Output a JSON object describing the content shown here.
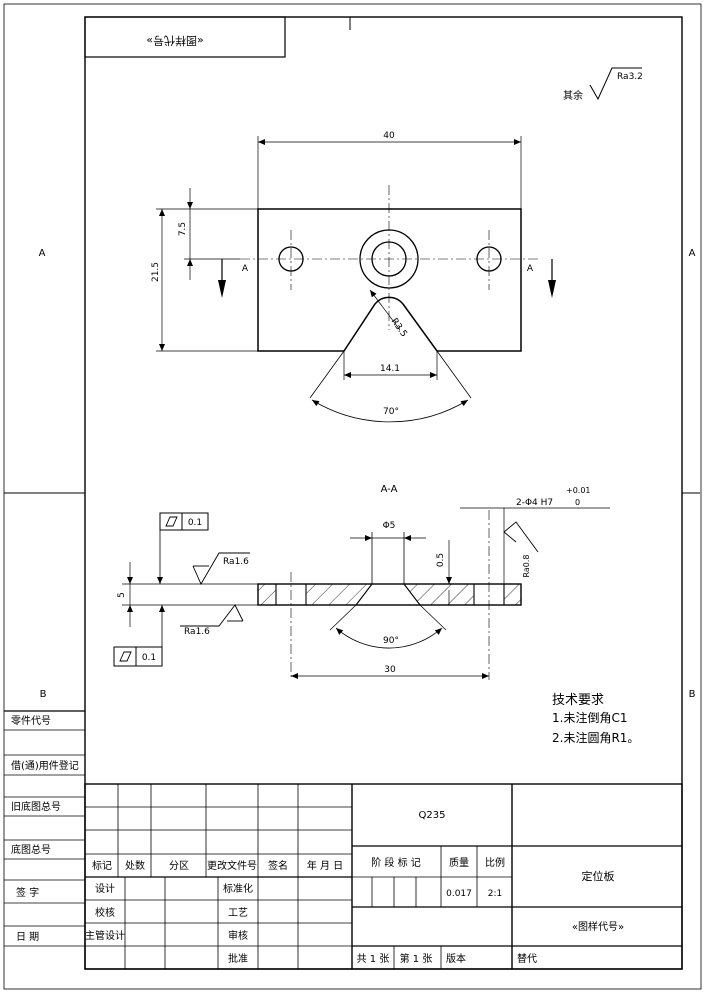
{
  "header": {
    "drawing_no_box": "«图样代号»"
  },
  "roughness": {
    "other_label": "其余",
    "other_value": "Ra3.2",
    "top_value": "Ra1.6",
    "bottom_value": "Ra1.6",
    "hole_value": "Ra0.8"
  },
  "zone_letters": {
    "left_top": "A",
    "right_top": "A",
    "left_mid": "B",
    "right_mid": "B"
  },
  "plan_view": {
    "dim_width": "40",
    "dim_height": "21.5",
    "dim_offset": "7.5",
    "dim_radius": "R3.5",
    "dim_slot": "14.1",
    "dim_angle": "70°",
    "section_mark_left": "A",
    "section_mark_right": "A"
  },
  "section_view": {
    "title": "A-A",
    "tol_upper": "+0.01",
    "tol_lower": "0",
    "hole_callout": "2-Φ4 H7",
    "dim_dia": "Φ5",
    "dim_depth": "0.5",
    "dim_thick": "5",
    "dim_angle": "90°",
    "dim_span": "30",
    "flatness_top": "0.1",
    "flatness_bottom": "0.1"
  },
  "tech_req": {
    "title": "技术要求",
    "items": [
      "1.未注倒角C1",
      "2.未注圆角R1。"
    ]
  },
  "left_strip": {
    "labels": [
      "零件代号",
      "借(通)用件登记",
      "旧底图总号",
      "底图总号",
      "签 字",
      "日 期"
    ]
  },
  "title_block": {
    "material": "Q235",
    "part_name": "定位板",
    "drawing_no": "«图样代号»",
    "rev_headers": [
      "标记",
      "处数",
      "分区",
      "更改文件号",
      "签名",
      "年 月 日"
    ],
    "stage_label": "阶 段 标 记",
    "weight_label": "质量",
    "scale_label": "比例",
    "weight_value": "0.017",
    "scale_value": "2:1",
    "sign_rows": [
      {
        "left": "设计",
        "right": "标准化"
      },
      {
        "left": "校核",
        "right": "工艺"
      },
      {
        "left": "主管设计",
        "right": "审核"
      },
      {
        "left": "",
        "right": "批准"
      }
    ],
    "sheet_total": "共 1 张",
    "sheet_no": "第 1 张",
    "version_label": "版本",
    "replace_label": "替代"
  }
}
